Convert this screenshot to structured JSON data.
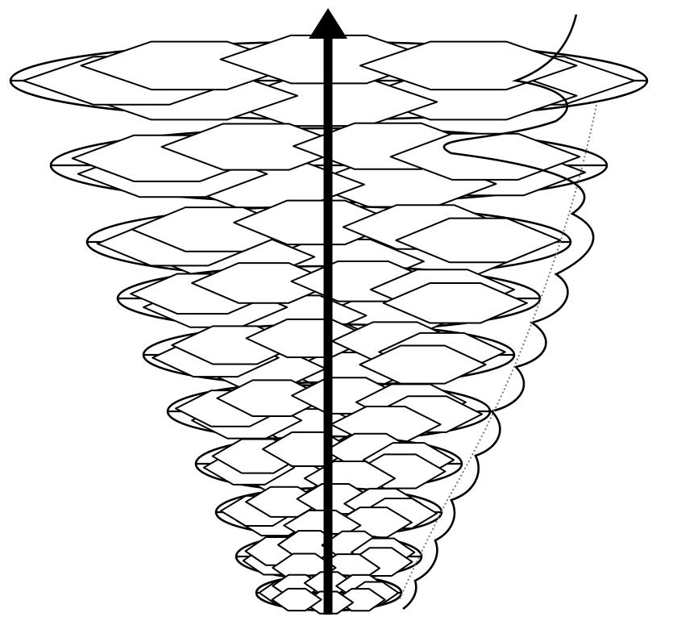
{
  "diagram": {
    "kind": "stacked-elliptical-rings-with-vertical-axis",
    "ring_count": 10,
    "facets_per_ring": 8,
    "colors": {
      "stroke": "#000000",
      "fill": "#ffffff",
      "dotted_helix": "#777777"
    }
  }
}
